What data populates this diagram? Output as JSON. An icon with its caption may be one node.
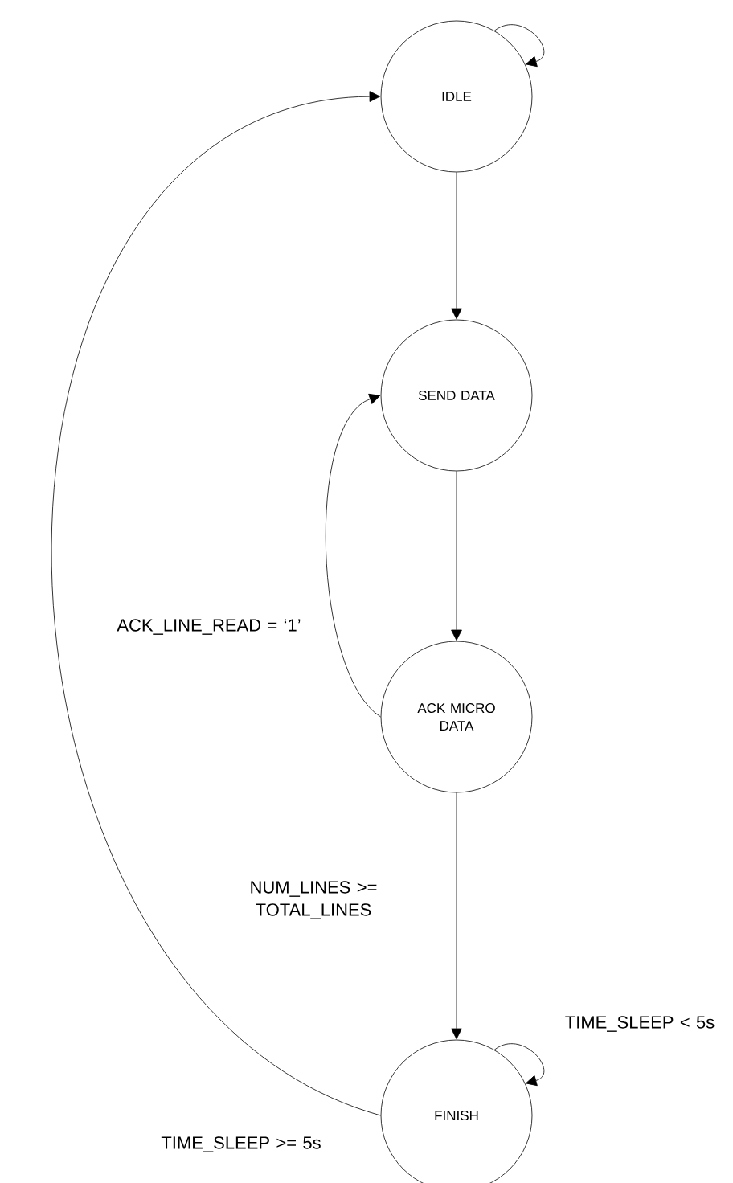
{
  "diagram": {
    "nodes": [
      {
        "text": [
          "IDLE"
        ]
      },
      {
        "text": [
          "SEND DATA"
        ]
      },
      {
        "text": [
          "ACK MICRO DATA"
        ]
      },
      {
        "text": [
          "FINISH"
        ]
      }
    ],
    "edges": [
      {
        "from": 0,
        "to": 0,
        "arrow": "to"
      },
      {
        "from": 0,
        "to": 1,
        "arrow": "to"
      },
      {
        "from": 1,
        "to": 2,
        "arrow": "to"
      },
      {
        "from": 2,
        "to": 1,
        "arrow": "to",
        "label": "ACK_LINE_READ = ‘1’"
      },
      {
        "from": 2,
        "to": 3,
        "arrow": "to",
        "label": "NUM_LINES >= TOTAL_LINES"
      },
      {
        "from": 3,
        "to": 3,
        "arrow": "to",
        "label": "TIME_SLEEP < 5s"
      },
      {
        "from": 3,
        "to": 0,
        "arrow": "to",
        "label": "TIME_SLEEP >= 5s"
      }
    ]
  }
}
